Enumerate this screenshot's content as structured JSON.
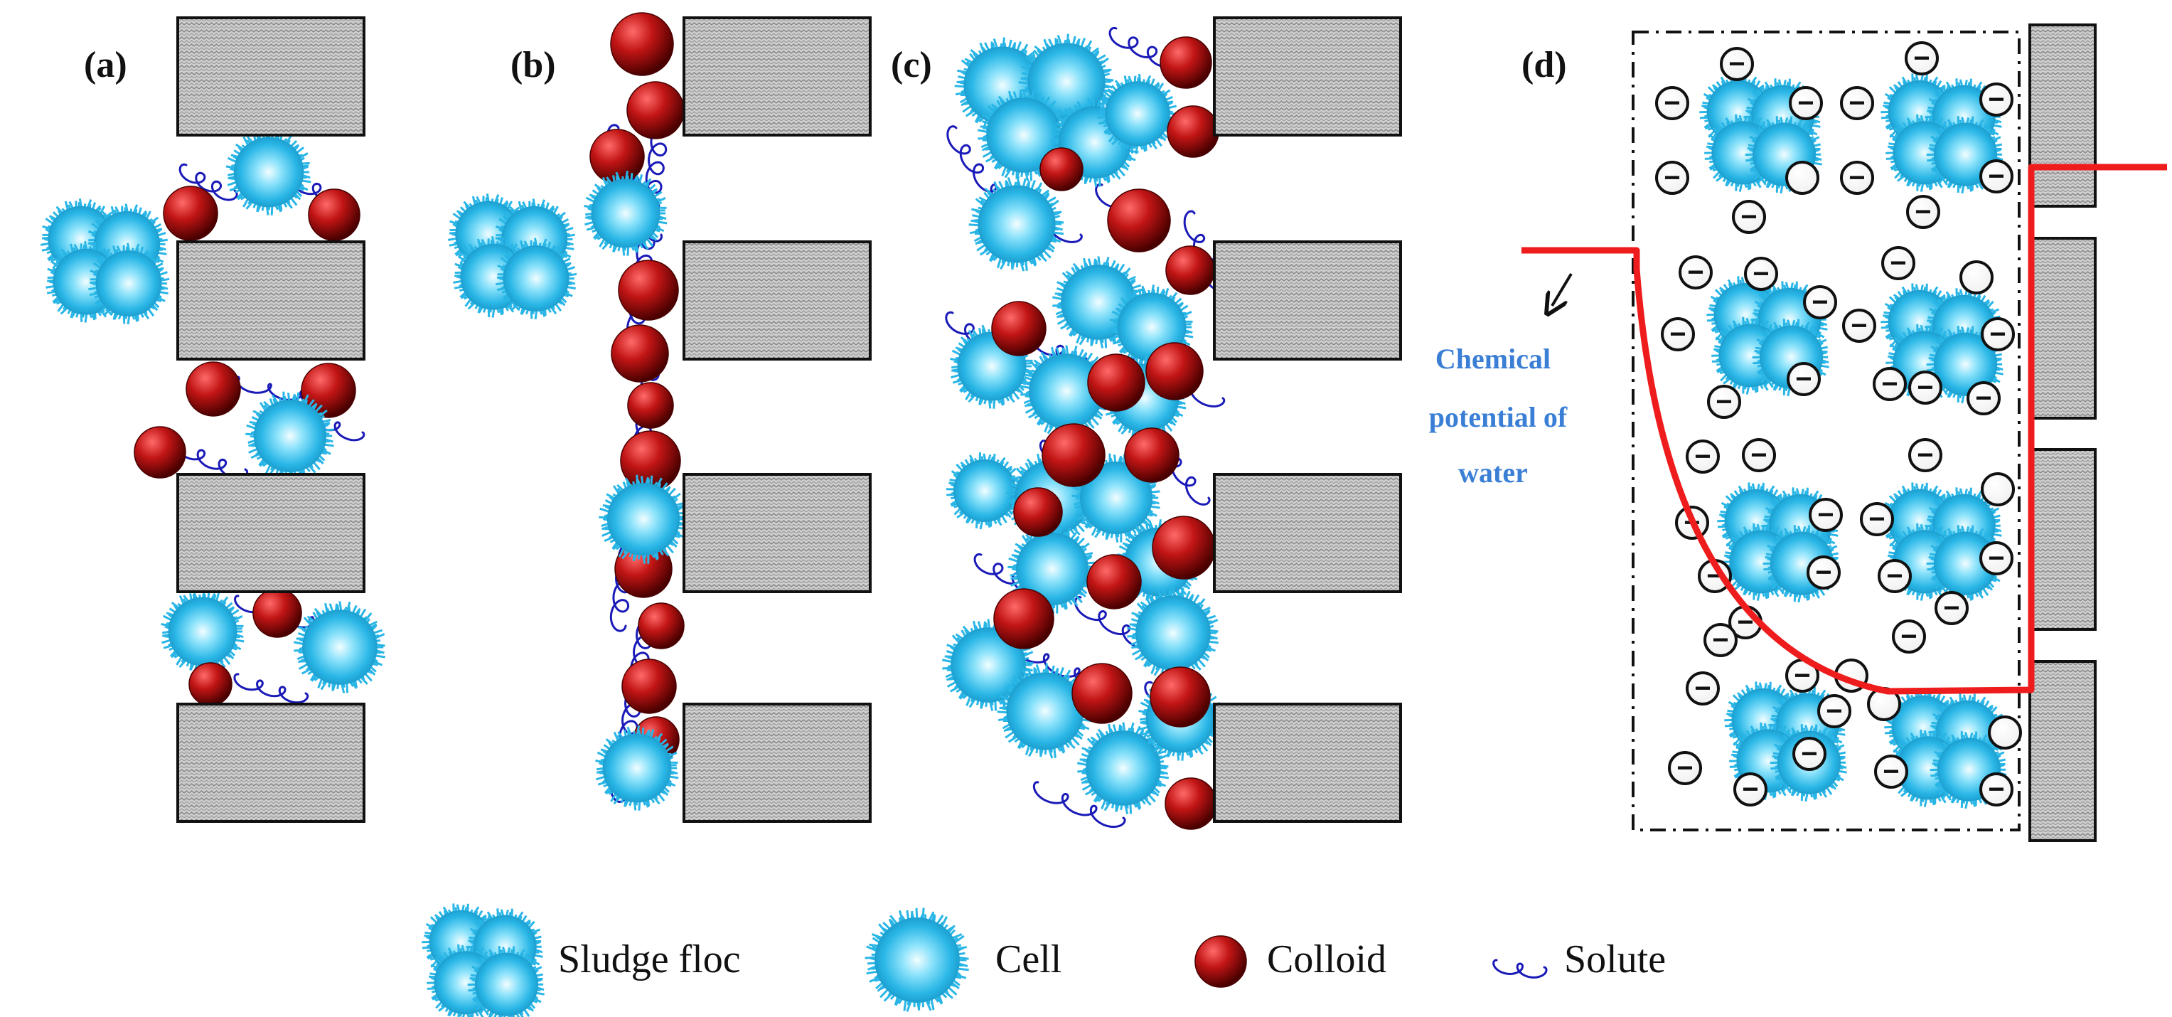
{
  "panels": [
    {
      "id": "a",
      "label": "(a)"
    },
    {
      "id": "b",
      "label": "(b)"
    },
    {
      "id": "c",
      "label": "(c)"
    },
    {
      "id": "d",
      "label": "(d)"
    }
  ],
  "annotation": {
    "line1": "Chemical",
    "line2": "potential of",
    "line3": "water"
  },
  "charge_symbol": "−",
  "legend": [
    {
      "key": "sludge_floc",
      "label": "Sludge floc"
    },
    {
      "key": "cell",
      "label": "Cell"
    },
    {
      "key": "colloid",
      "label": "Colloid"
    },
    {
      "key": "solute",
      "label": "Solute"
    }
  ],
  "colors": {
    "cell": "#29b6e6",
    "cell_core": "#e9fbff",
    "colloid": "#b50e0e",
    "colloid_dark": "#4a0000",
    "solute": "#1a1ab8",
    "membrane_fill": "#c9c9c9",
    "membrane_stroke": "#111111",
    "chemical_potential_curve": "#ee1c1c",
    "annotation_text": "#3a7fd5"
  },
  "icons": [
    "sludge-floc-icon",
    "cell-icon",
    "colloid-icon",
    "solute-icon",
    "arrow-icon"
  ]
}
